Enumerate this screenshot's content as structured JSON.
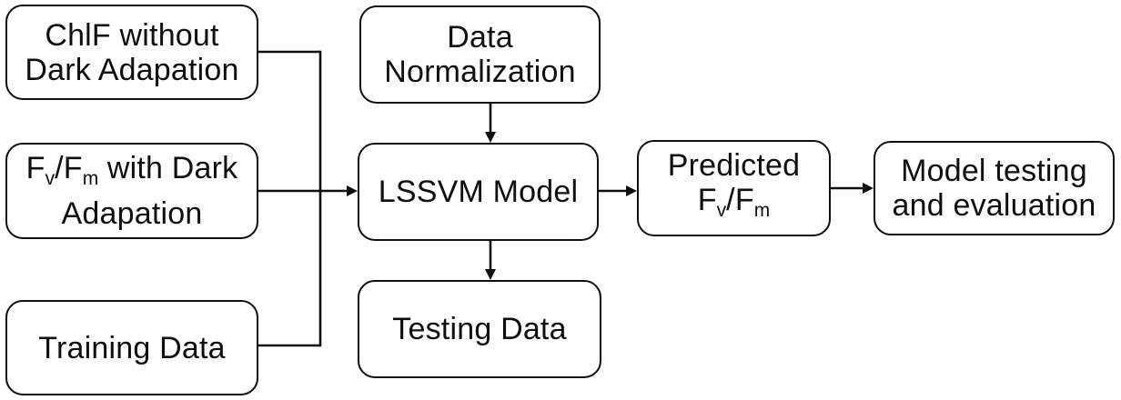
{
  "figure": {
    "type": "flowchart",
    "background_color": "#ffffff",
    "line_color": "#0f0f0f",
    "text_color": "#0f0f0f"
  },
  "nodes": {
    "chif": {
      "line1": "ChlF without",
      "line2": "Dark Adapation"
    },
    "fvfm": {
      "f1": "F",
      "sub1": "v",
      "f2": "/F",
      "sub2": "m",
      "rest": " with Dark",
      "line2": "Adapation"
    },
    "training": {
      "label": "Training Data"
    },
    "normalization": {
      "line1": "Data",
      "line2": "Normalization"
    },
    "lssvm": {
      "label": "LSSVM Model"
    },
    "testing": {
      "label": "Testing Data"
    },
    "predicted": {
      "line1": "Predicted",
      "f1": "F",
      "sub1": "v",
      "f2": "/F",
      "sub2": "m"
    },
    "evaluation": {
      "line1": "Model testing",
      "line2": "and evaluation"
    }
  },
  "connections": {
    "chif_to_junction": "plain",
    "fvfm_junction_to_lssvm": "arrow",
    "training_to_junction": "plain",
    "normalization_to_lssvm": "arrow",
    "lssvm_to_testing": "arrow",
    "lssvm_to_predicted": "arrow",
    "predicted_to_evaluation": "arrow"
  }
}
